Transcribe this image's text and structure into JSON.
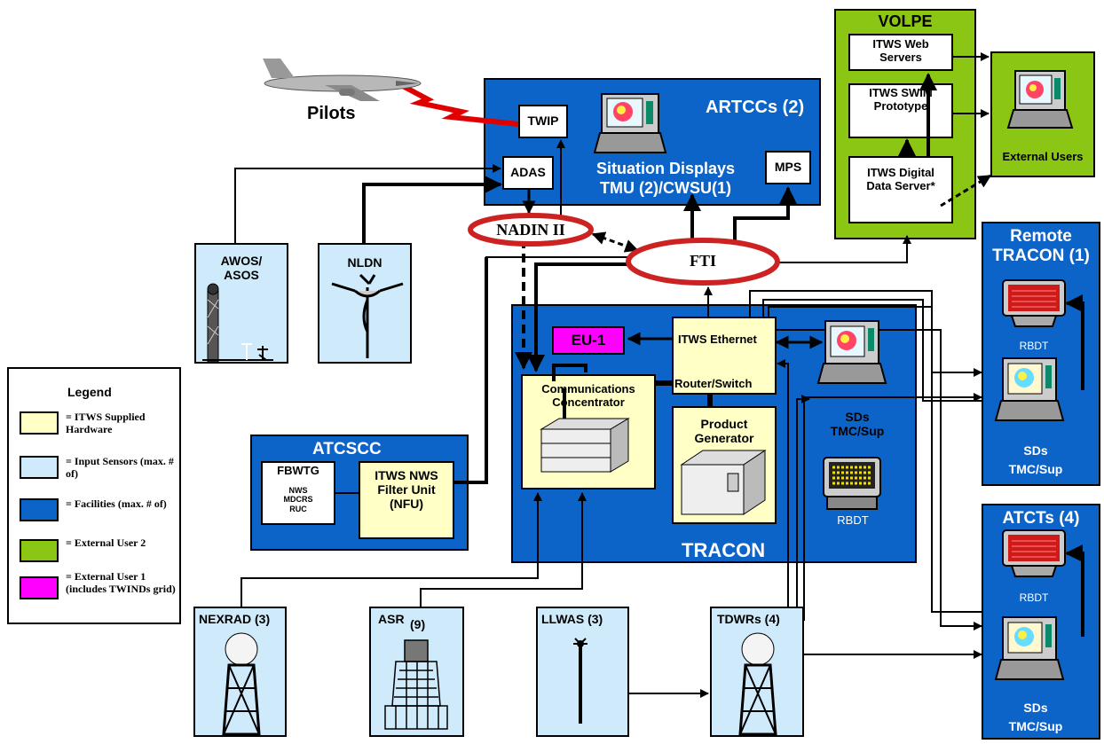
{
  "labels": {
    "pilots": "Pilots",
    "artcc_title": "ARTCCs (2)",
    "twip": "TWIP",
    "adas": "ADAS",
    "situation_displays": "Situation Displays",
    "tmu_cwsu": "TMU (2)/CWSU(1)",
    "mps": "MPS",
    "nadin": "NADIN II",
    "fti": "FTI",
    "volpe_title": "VOLPE",
    "web_servers": "ITWS Web Servers",
    "swim": "ITWS SWIM Prototype",
    "digital_data_server": "ITWS Digital Data Server*",
    "external_users": "External Users",
    "awos": "AWOS/ ASOS",
    "nldn": "NLDN",
    "remote_tracon_title": "Remote TRACON (1)",
    "rbdt": "RBDT",
    "sds_tmc_sup": "SDs TMC/Sup",
    "tracon_title": "TRACON",
    "eu1": "EU-1",
    "ethernet": "ITWS Ethernet",
    "router": "Router/Switch",
    "comm_concentrator": "Communications Concentrator",
    "product_generator": "Product Generator",
    "atcscc_title": "ATCSCC",
    "fbwtg": "FBWTG",
    "fbwtg_sub": "NWS MDCRS RUC",
    "nfu": "ITWS NWS Filter Unit (NFU)",
    "atcts_title": "ATCTs (4)",
    "nexrad": "NEXRAD (3)",
    "asr": "ASR",
    "asr_count": "(9)",
    "llwas": "LLWAS (3)",
    "tdwr": "TDWRs (4)"
  },
  "legend": {
    "title": "Legend",
    "items": [
      {
        "color": "#ffffc6",
        "label": "= ITWS Supplied Hardware"
      },
      {
        "color": "#cfeafb",
        "label": "= Input Sensors (max. # of)"
      },
      {
        "color": "#0d64c8",
        "label": "= Facilities (max. # of)"
      },
      {
        "color": "#8cc614",
        "label": "= External User 2"
      },
      {
        "color": "#ff00ff",
        "label": "= External User 1 (includes TWINDs grid)"
      }
    ]
  },
  "colors": {
    "facility": "#0d64c8",
    "sensor": "#cfeafb",
    "itws_hw": "#ffffc6",
    "external_user_2": "#8cc614",
    "external_user_1": "#ff00ff",
    "network_ring": "#cc2222"
  }
}
